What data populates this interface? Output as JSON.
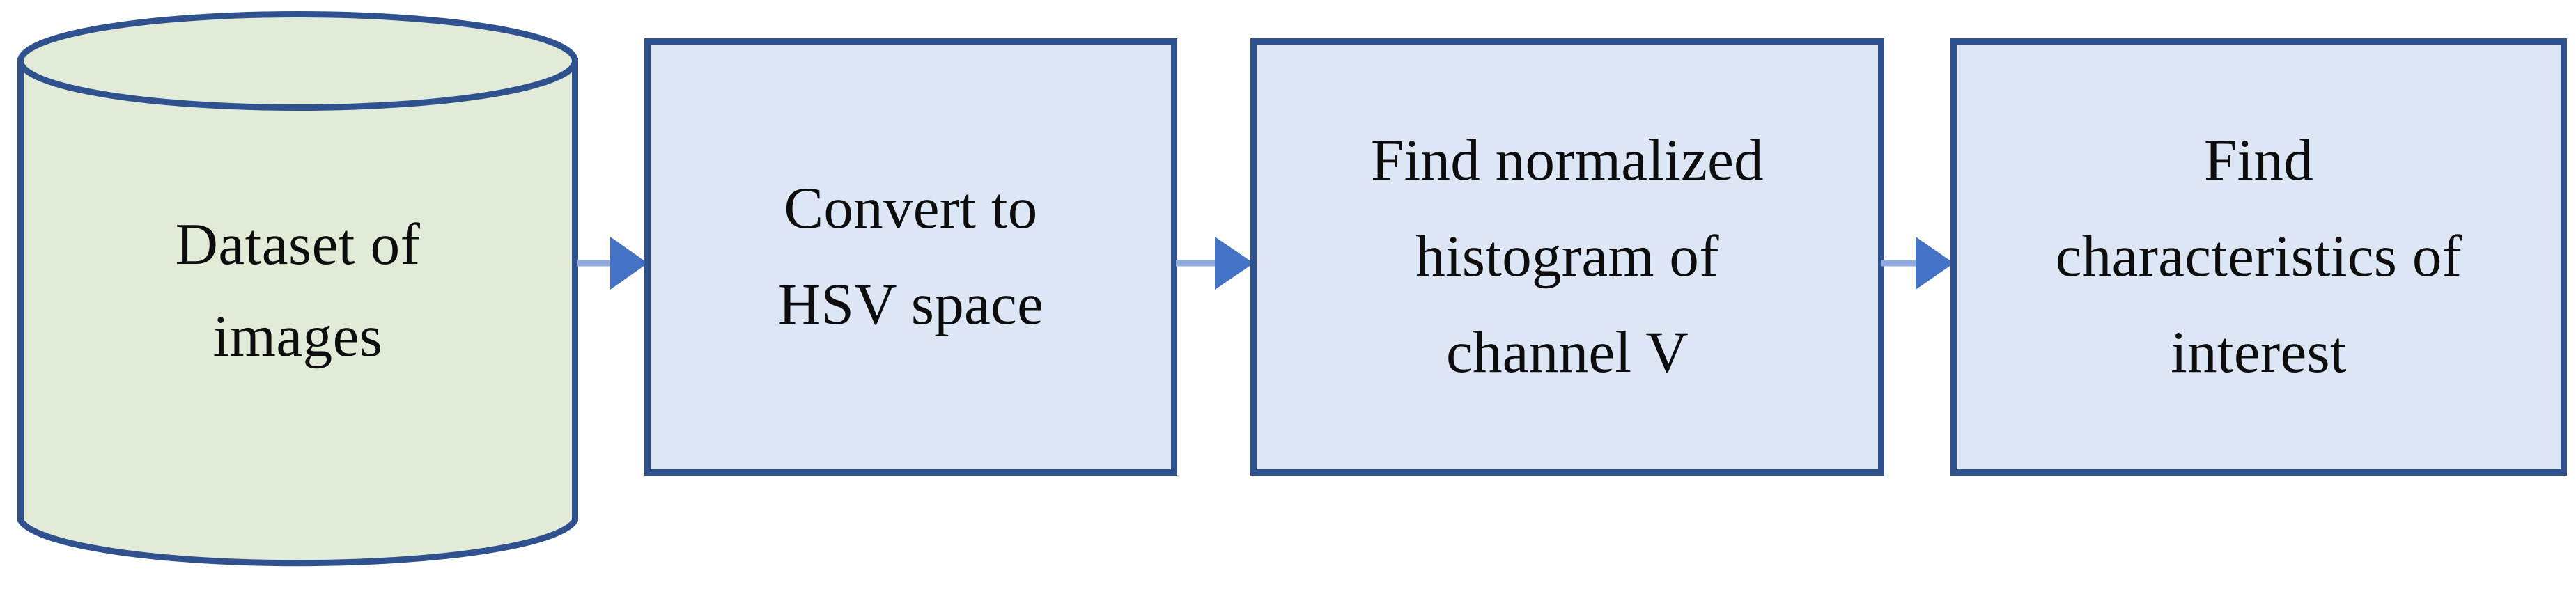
{
  "diagram": {
    "type": "flowchart",
    "orientation": "left-to-right",
    "colors": {
      "datastore_fill": "#E2EBD8",
      "datastore_stroke": "#2F528F",
      "process_fill": "#DCE6F4",
      "process_stroke": "#2F528F",
      "arrow_line": "#8FAADC",
      "arrow_head": "#4472C4",
      "text": "#0D0D0D",
      "background": "#FFFFFF"
    },
    "nodes": [
      {
        "id": "dataset",
        "shape": "cylinder",
        "lines": [
          "Dataset of",
          "images"
        ]
      },
      {
        "id": "convert",
        "shape": "rectangle",
        "lines": [
          "Convert to",
          "HSV space"
        ]
      },
      {
        "id": "histogram",
        "shape": "rectangle",
        "lines": [
          "Find normalized",
          "histogram of",
          "channel V"
        ]
      },
      {
        "id": "features",
        "shape": "rectangle",
        "lines": [
          "Find",
          "characteristics of",
          "interest"
        ]
      }
    ],
    "edges": [
      {
        "id": "edge-1",
        "from": "dataset",
        "to": "convert",
        "style": "arrow-right"
      },
      {
        "id": "edge-2",
        "from": "convert",
        "to": "histogram",
        "style": "arrow-right"
      },
      {
        "id": "edge-3",
        "from": "histogram",
        "to": "features",
        "style": "arrow-right"
      }
    ]
  }
}
